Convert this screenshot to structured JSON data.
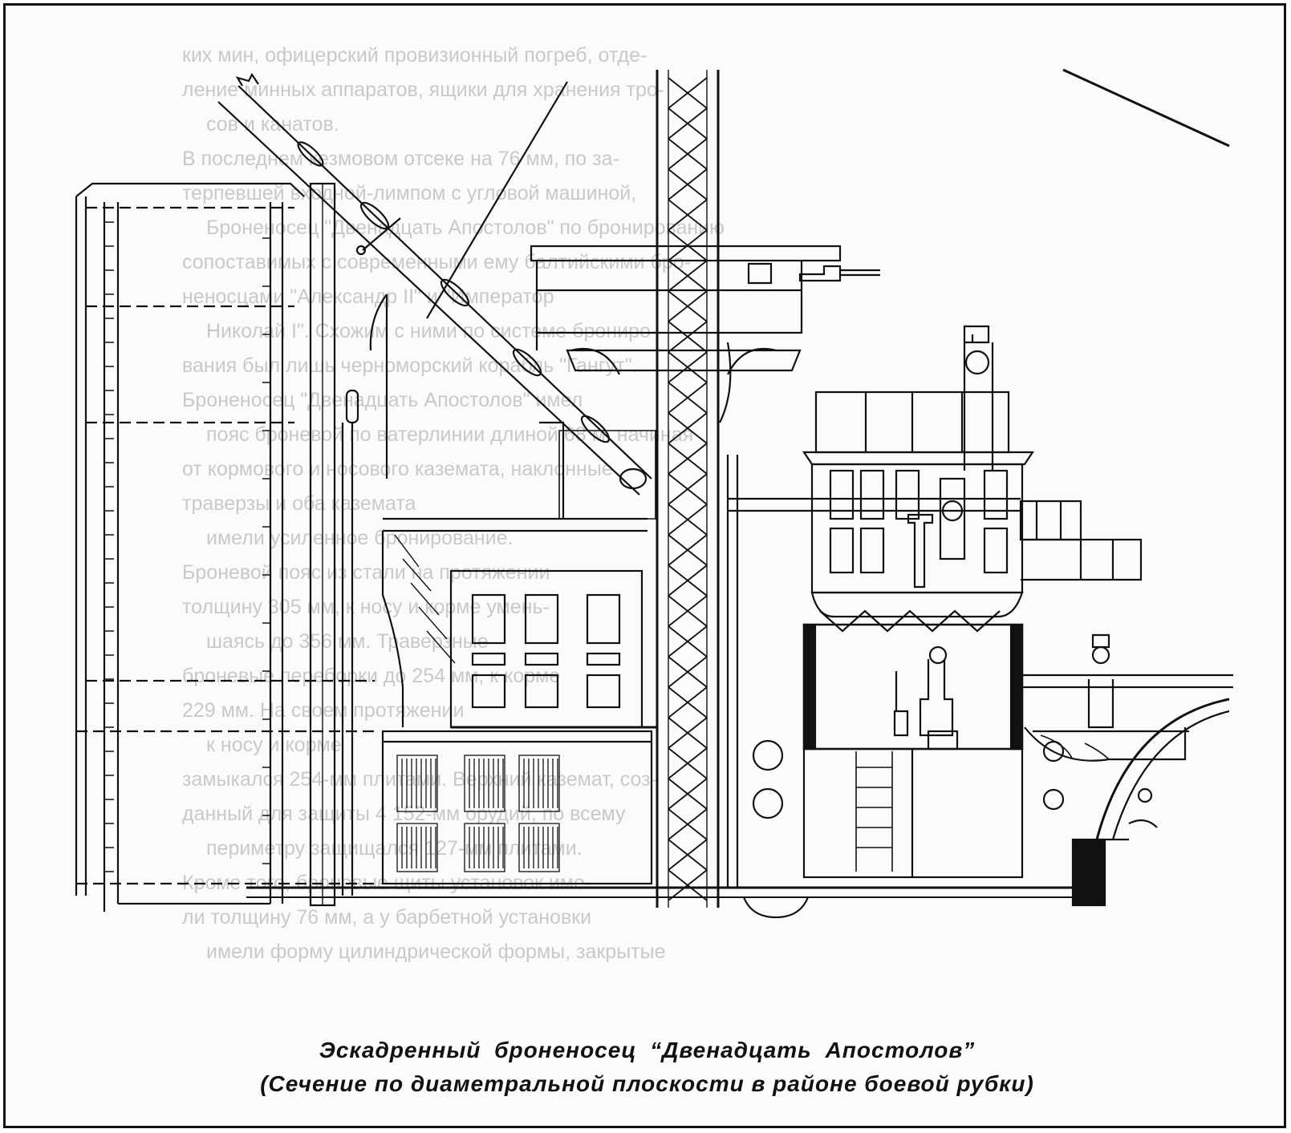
{
  "figure": {
    "caption_title": "Эскадренный  броненосец “Двенадцать  Апостолов”",
    "caption_subtitle": "(Сечение по диаметральной плоскости в районе боевой рубки)",
    "background_text_lines": [
      "ких мин, офицерский провизионный погреб, отде-",
      "ление минных аппаратов, ящики для хранения тро-",
      "сов и канатов.",
      "В последнем кезмовом отсеке на 76 мм, по за-",
      "терпевшей входной-лимпом с угловой машиной,",
      "Броненосец \"Двенадцать Апостолов\" по бронированию",
      "сопоставимых с современными ему балтийскими бро-",
      "неносцами \"Александр II\" и \"Император",
      "Николай I\". Схожим с ними по системе брониро-",
      "вания был лишь черноморский корабль \"Гангут\".",
      "Броненосец \"Двенадцать Апостолов\" имел",
      "пояс броневой по ватерлинии длиной 68 м, начиная",
      "от кормового и носового каземата, наклонные",
      "траверзы и оба каземата",
      "имели усиленное бронирование.",
      "Броневой пояс из стали на протяжении",
      "толщину 305 мм, к носу и корме умень-",
      "шаясь до 356 мм. Траверзные",
      "броневые переборки до 254 мм, к корме",
      "229 мм. На своем протяжении",
      "к носу и корме",
      "замыкался 254-мм плитами. Верхний каземат, соз-",
      "данный для защиты 4 152-мм орудий, по всему",
      "периметру защищался 127-мм плитами.",
      "Кроме того, броневые щиты установок име-",
      "ли толщину 76 мм, а у барбетной установки",
      "имели форму цилиндрической формы, закрытые"
    ]
  },
  "colors": {
    "ink": "#111111",
    "paper": "#fbfbfb",
    "ghost_text": "#c9c9c9"
  }
}
